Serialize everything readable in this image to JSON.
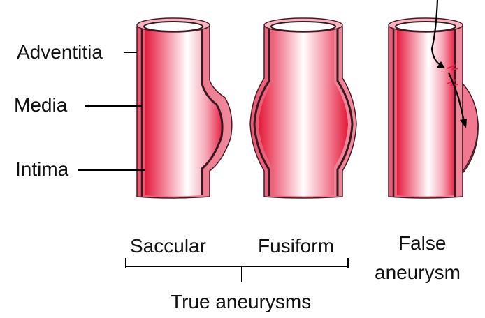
{
  "layer_labels": {
    "adventitia": "Adventitia",
    "media": "Media",
    "intima": "Intima"
  },
  "vessels": [
    {
      "id": "saccular",
      "label": "Saccular"
    },
    {
      "id": "fusiform",
      "label": "Fusiform"
    },
    {
      "id": "false",
      "label_lines": [
        "False",
        "aneurysm"
      ]
    }
  ],
  "group_label": "True aneurysms",
  "colors": {
    "adventitia": "#e0506c",
    "media_outline": "#3a1820",
    "lumen_dark": "#e01a3c",
    "lumen_light": "#ffffff",
    "arrow": "#000000"
  }
}
